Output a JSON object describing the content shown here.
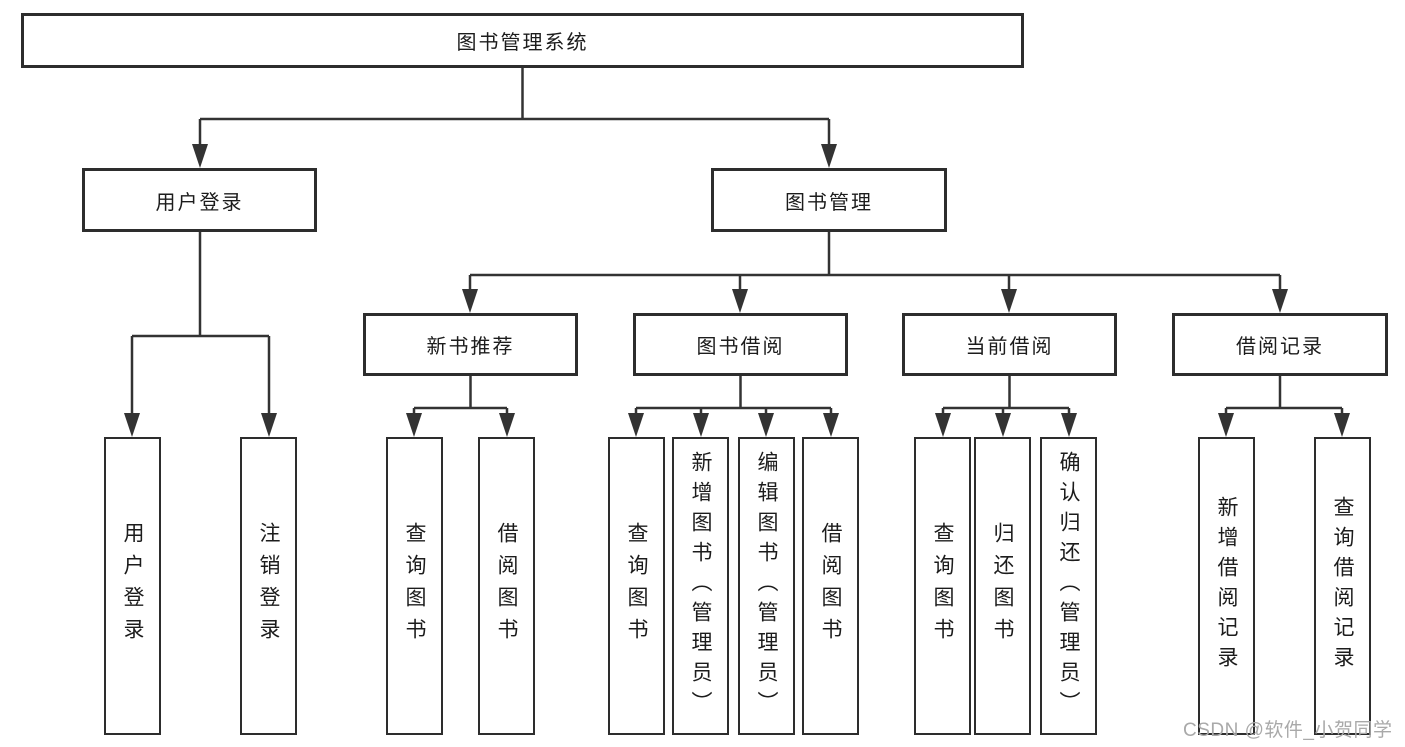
{
  "diagram": {
    "root_label": "图书管理系统",
    "branches": [
      {
        "label": "用户登录",
        "children": [
          {
            "label": "用户登录"
          },
          {
            "label": "注销登录"
          }
        ]
      },
      {
        "label": "图书管理",
        "children": [
          {
            "label": "新书推荐",
            "children": [
              {
                "label": "查询图书"
              },
              {
                "label": "借阅图书"
              }
            ]
          },
          {
            "label": "图书借阅",
            "children": [
              {
                "label": "查询图书"
              },
              {
                "label": "新增图书（管理员）"
              },
              {
                "label": "编辑图书（管理员）"
              },
              {
                "label": "借阅图书"
              }
            ]
          },
          {
            "label": "当前借阅",
            "children": [
              {
                "label": "查询图书"
              },
              {
                "label": "归还图书"
              },
              {
                "label": "确认归还（管理员）"
              }
            ]
          },
          {
            "label": "借阅记录",
            "children": [
              {
                "label": "新增借阅记录"
              },
              {
                "label": "查询借阅记录"
              }
            ]
          }
        ]
      }
    ]
  },
  "watermark": "CSDN @软件_小贺同学",
  "colors": {
    "line": "#333333",
    "border": "#2d2d2d",
    "text": "#1c1c1c",
    "watermark": "#a9a9a9",
    "background": "#ffffff"
  }
}
